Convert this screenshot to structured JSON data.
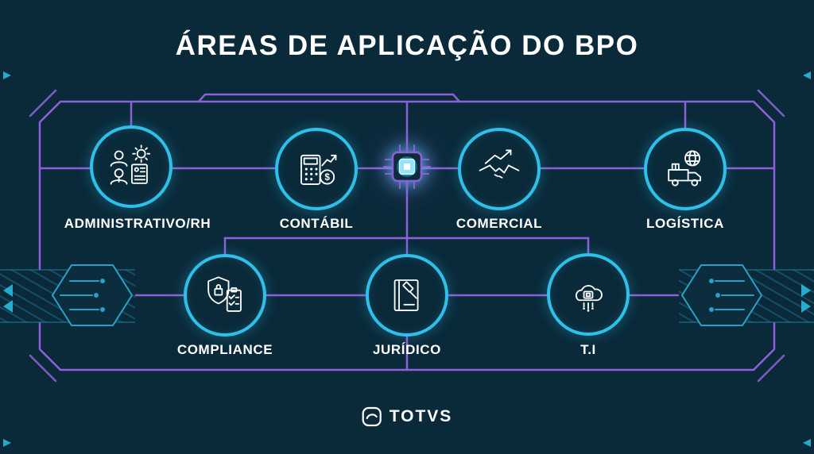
{
  "title": "ÁREAS DE APLICAÇÃO DO BPO",
  "colors": {
    "background": "#0a2a3a",
    "circle_ring": "#2fbfe8",
    "connector_purple": "#8d5fd8",
    "decor_teal": "#1d7b9e",
    "text": "#ffffff"
  },
  "center_chip": {
    "icon": "cpu-chip-icon"
  },
  "nodes": [
    {
      "id": "administrativo-rh",
      "label": "ADMINISTRATIVO/RH",
      "icon": "team-gear-document-icon"
    },
    {
      "id": "contabil",
      "label": "CONTÁBIL",
      "icon": "calculator-chart-dollar-icon"
    },
    {
      "id": "comercial",
      "label": "COMERCIAL",
      "icon": "handshake-growth-icon"
    },
    {
      "id": "logistica",
      "label": "LOGÍSTICA",
      "icon": "truck-globe-icon"
    },
    {
      "id": "compliance",
      "label": "COMPLIANCE",
      "icon": "shield-lock-checklist-icon"
    },
    {
      "id": "juridico",
      "label": "JURÍDICO",
      "icon": "law-book-gavel-icon"
    },
    {
      "id": "ti",
      "label": "T.I",
      "icon": "cloud-chip-icon"
    }
  ],
  "decorations": {
    "left": "circuit-hexagon",
    "right": "circuit-hexagon"
  },
  "footer": {
    "brand": "TOTVS",
    "logo_icon": "totvs-logo-icon"
  }
}
